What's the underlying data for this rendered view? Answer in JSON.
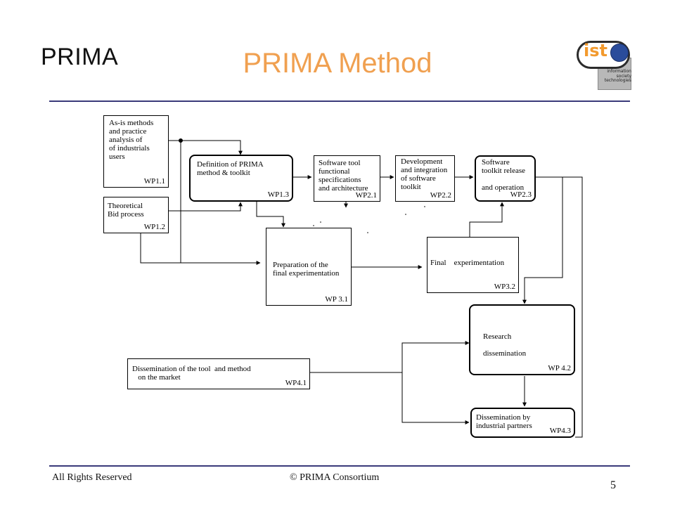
{
  "slide": {
    "brand": "PRIMA",
    "title": "PRIMA Method",
    "footer_left": "All Rights Reserved",
    "footer_center": "© PRIMA Consortium",
    "page_number": "5"
  },
  "logo": {
    "text": "ist",
    "subtext": "information\nsociety\ntechnologies"
  },
  "diagram": {
    "wp11": {
      "label": "As-is methods\nand practice\nanalysis of\n of industrials\nusers",
      "code": "WP1.1"
    },
    "wp12": {
      "label": "Theoretical\nBid process",
      "code": "WP1.2"
    },
    "wp13": {
      "label": "Definition of PRIMA\nmethod & toolkit",
      "code": "WP1.3"
    },
    "wp21": {
      "label": "Software tool\nfunctional\n specifications\n and architecture",
      "code": "WP2.1"
    },
    "wp22": {
      "label": "Development\nand integration\nof software\ntoolkit",
      "code": "WP2.2"
    },
    "wp23": {
      "label": "Software\n toolkit release\n\nand operation",
      "code": "WP2.3"
    },
    "wp31": {
      "label": "Preparation of the\nfinal experimentation",
      "code": "WP 3.1"
    },
    "wp32": {
      "label": "Final    experimentation",
      "code": "WP3.2"
    },
    "wp42": {
      "label": "Research\n\ndissemination",
      "code": "WP 4.2"
    },
    "wp41": {
      "label": "Dissemination of the tool  and method\n   on the market",
      "code": "WP4.1"
    },
    "wp43": {
      "label": "Dissemination by\nindustrial partners",
      "code": "WP4.3"
    }
  }
}
